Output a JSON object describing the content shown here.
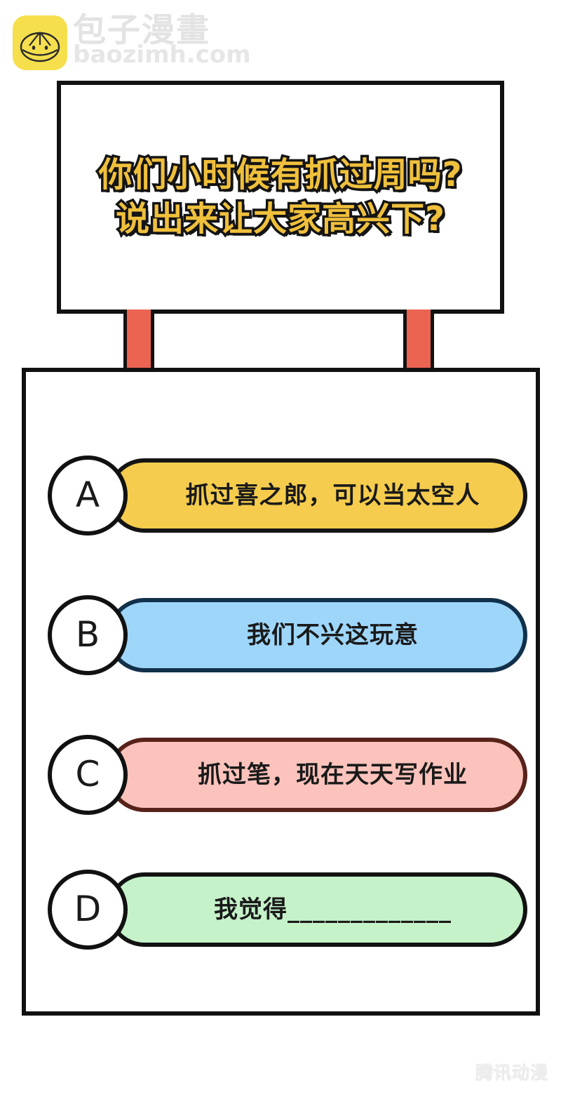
{
  "watermark": {
    "logo_icon": "baozi-bun-icon",
    "brand_cn": "包子漫畫",
    "brand_en": "baozimh.com"
  },
  "signboard": {
    "line1": "你们小时候有抓过周吗?",
    "line2": "说出来让大家高兴下?",
    "text_color": "#F0C03C",
    "outline_color": "#141414",
    "border_color": "#111111",
    "background": "#FFFFFF"
  },
  "legs": {
    "color": "#EB6351",
    "border_color": "#111111",
    "count": 2
  },
  "panel": {
    "background": "#FFFFFF",
    "border_color": "#111111",
    "options": [
      {
        "letter": "A",
        "text": "抓过喜之郎，可以当太空人",
        "fill": "#F5CC4D",
        "border": "#141414"
      },
      {
        "letter": "B",
        "text": "我们不兴这玩意",
        "fill": "#9ED6FA",
        "border": "#11304A"
      },
      {
        "letter": "C",
        "text": "抓过笔，现在天天写作业",
        "fill": "#FBC3BC",
        "border": "#57221A"
      },
      {
        "letter": "D",
        "text": "我觉得_____________",
        "fill": "#C6F2CA",
        "border": "#121212"
      }
    ]
  },
  "footer_watermark": {
    "text": "腾讯动漫"
  }
}
